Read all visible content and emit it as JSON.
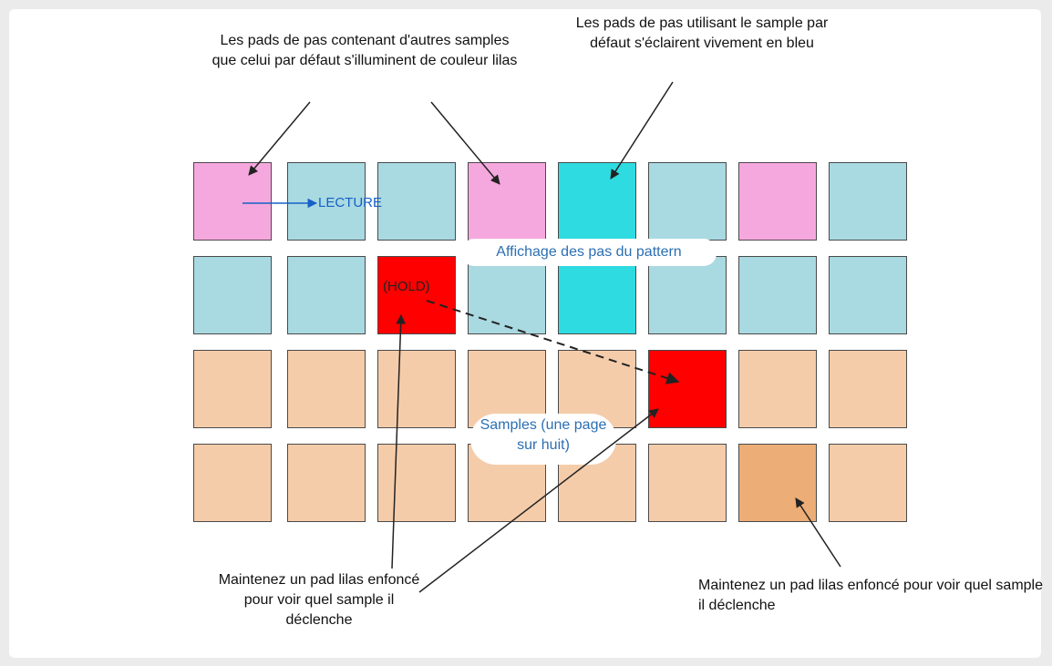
{
  "colors": {
    "lilac": "#f5a8dd",
    "light_blue": "#a9d9e1",
    "cyan": "#2edbe1",
    "red": "#ff0000",
    "peach": "#f5ccaa",
    "peach_dark": "#ecad76",
    "label_blue": "#2b6fb3",
    "arrow_blue": "#1560c8",
    "line": "#333333"
  },
  "grid": {
    "rows": [
      [
        "lilac",
        "light_blue",
        "light_blue",
        "lilac",
        "cyan",
        "light_blue",
        "lilac",
        "light_blue"
      ],
      [
        "light_blue",
        "light_blue",
        "red",
        "light_blue",
        "cyan",
        "light_blue",
        "light_blue",
        "light_blue"
      ],
      [
        "peach",
        "peach",
        "peach",
        "peach",
        "peach",
        "red",
        "peach",
        "peach"
      ],
      [
        "peach",
        "peach",
        "peach",
        "peach",
        "peach",
        "peach",
        "peach_dark",
        "peach"
      ]
    ]
  },
  "annotations": {
    "lilac_pads": "Les pads de pas contenant d'autres samples que celui par défaut s'illuminent de couleur lilas",
    "default_pads": "Les pads de pas utilisant le sample par défaut s'éclairent vivement en bleu",
    "hold_left": "Maintenez un pad lilas enfoncé pour voir quel sample il déclenche",
    "hold_right": "Maintenez un pad lilas enfoncé pour voir quel sample il déclenche"
  },
  "labels": {
    "playback": "LECTURE",
    "hold": "(HOLD)",
    "pattern_steps": "Affichage des pas du pattern",
    "samples": "Samples (une page sur huit)"
  }
}
